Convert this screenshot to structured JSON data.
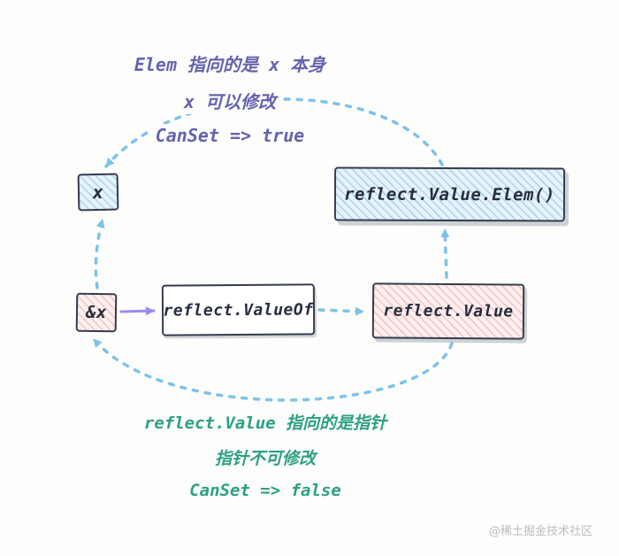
{
  "top_note": {
    "line1": "Elem 指向的是 x 本身",
    "line2": "x 可以修改",
    "line3": "CanSet => true"
  },
  "bottom_note": {
    "line1": "reflect.Value 指向的是指针",
    "line2": "指针不可修改",
    "line3": "CanSet => false"
  },
  "nodes": {
    "x": "x",
    "addr_x": "&x",
    "value_of": "reflect.ValueOf",
    "value": "reflect.Value",
    "elem": "reflect.Value.Elem()"
  },
  "watermark": "@稀土掘金技术社区",
  "colors": {
    "dashed_arrow": "#7cc3e8",
    "solid_arrow": "#9a8bef",
    "top_note_text": "#6463af",
    "bottom_note_text": "#2ca184",
    "box_border": "#353c50",
    "blue_fill": "#e6f3fa",
    "pink_fill": "#fdf0ef",
    "background": "#fdfdfb"
  }
}
